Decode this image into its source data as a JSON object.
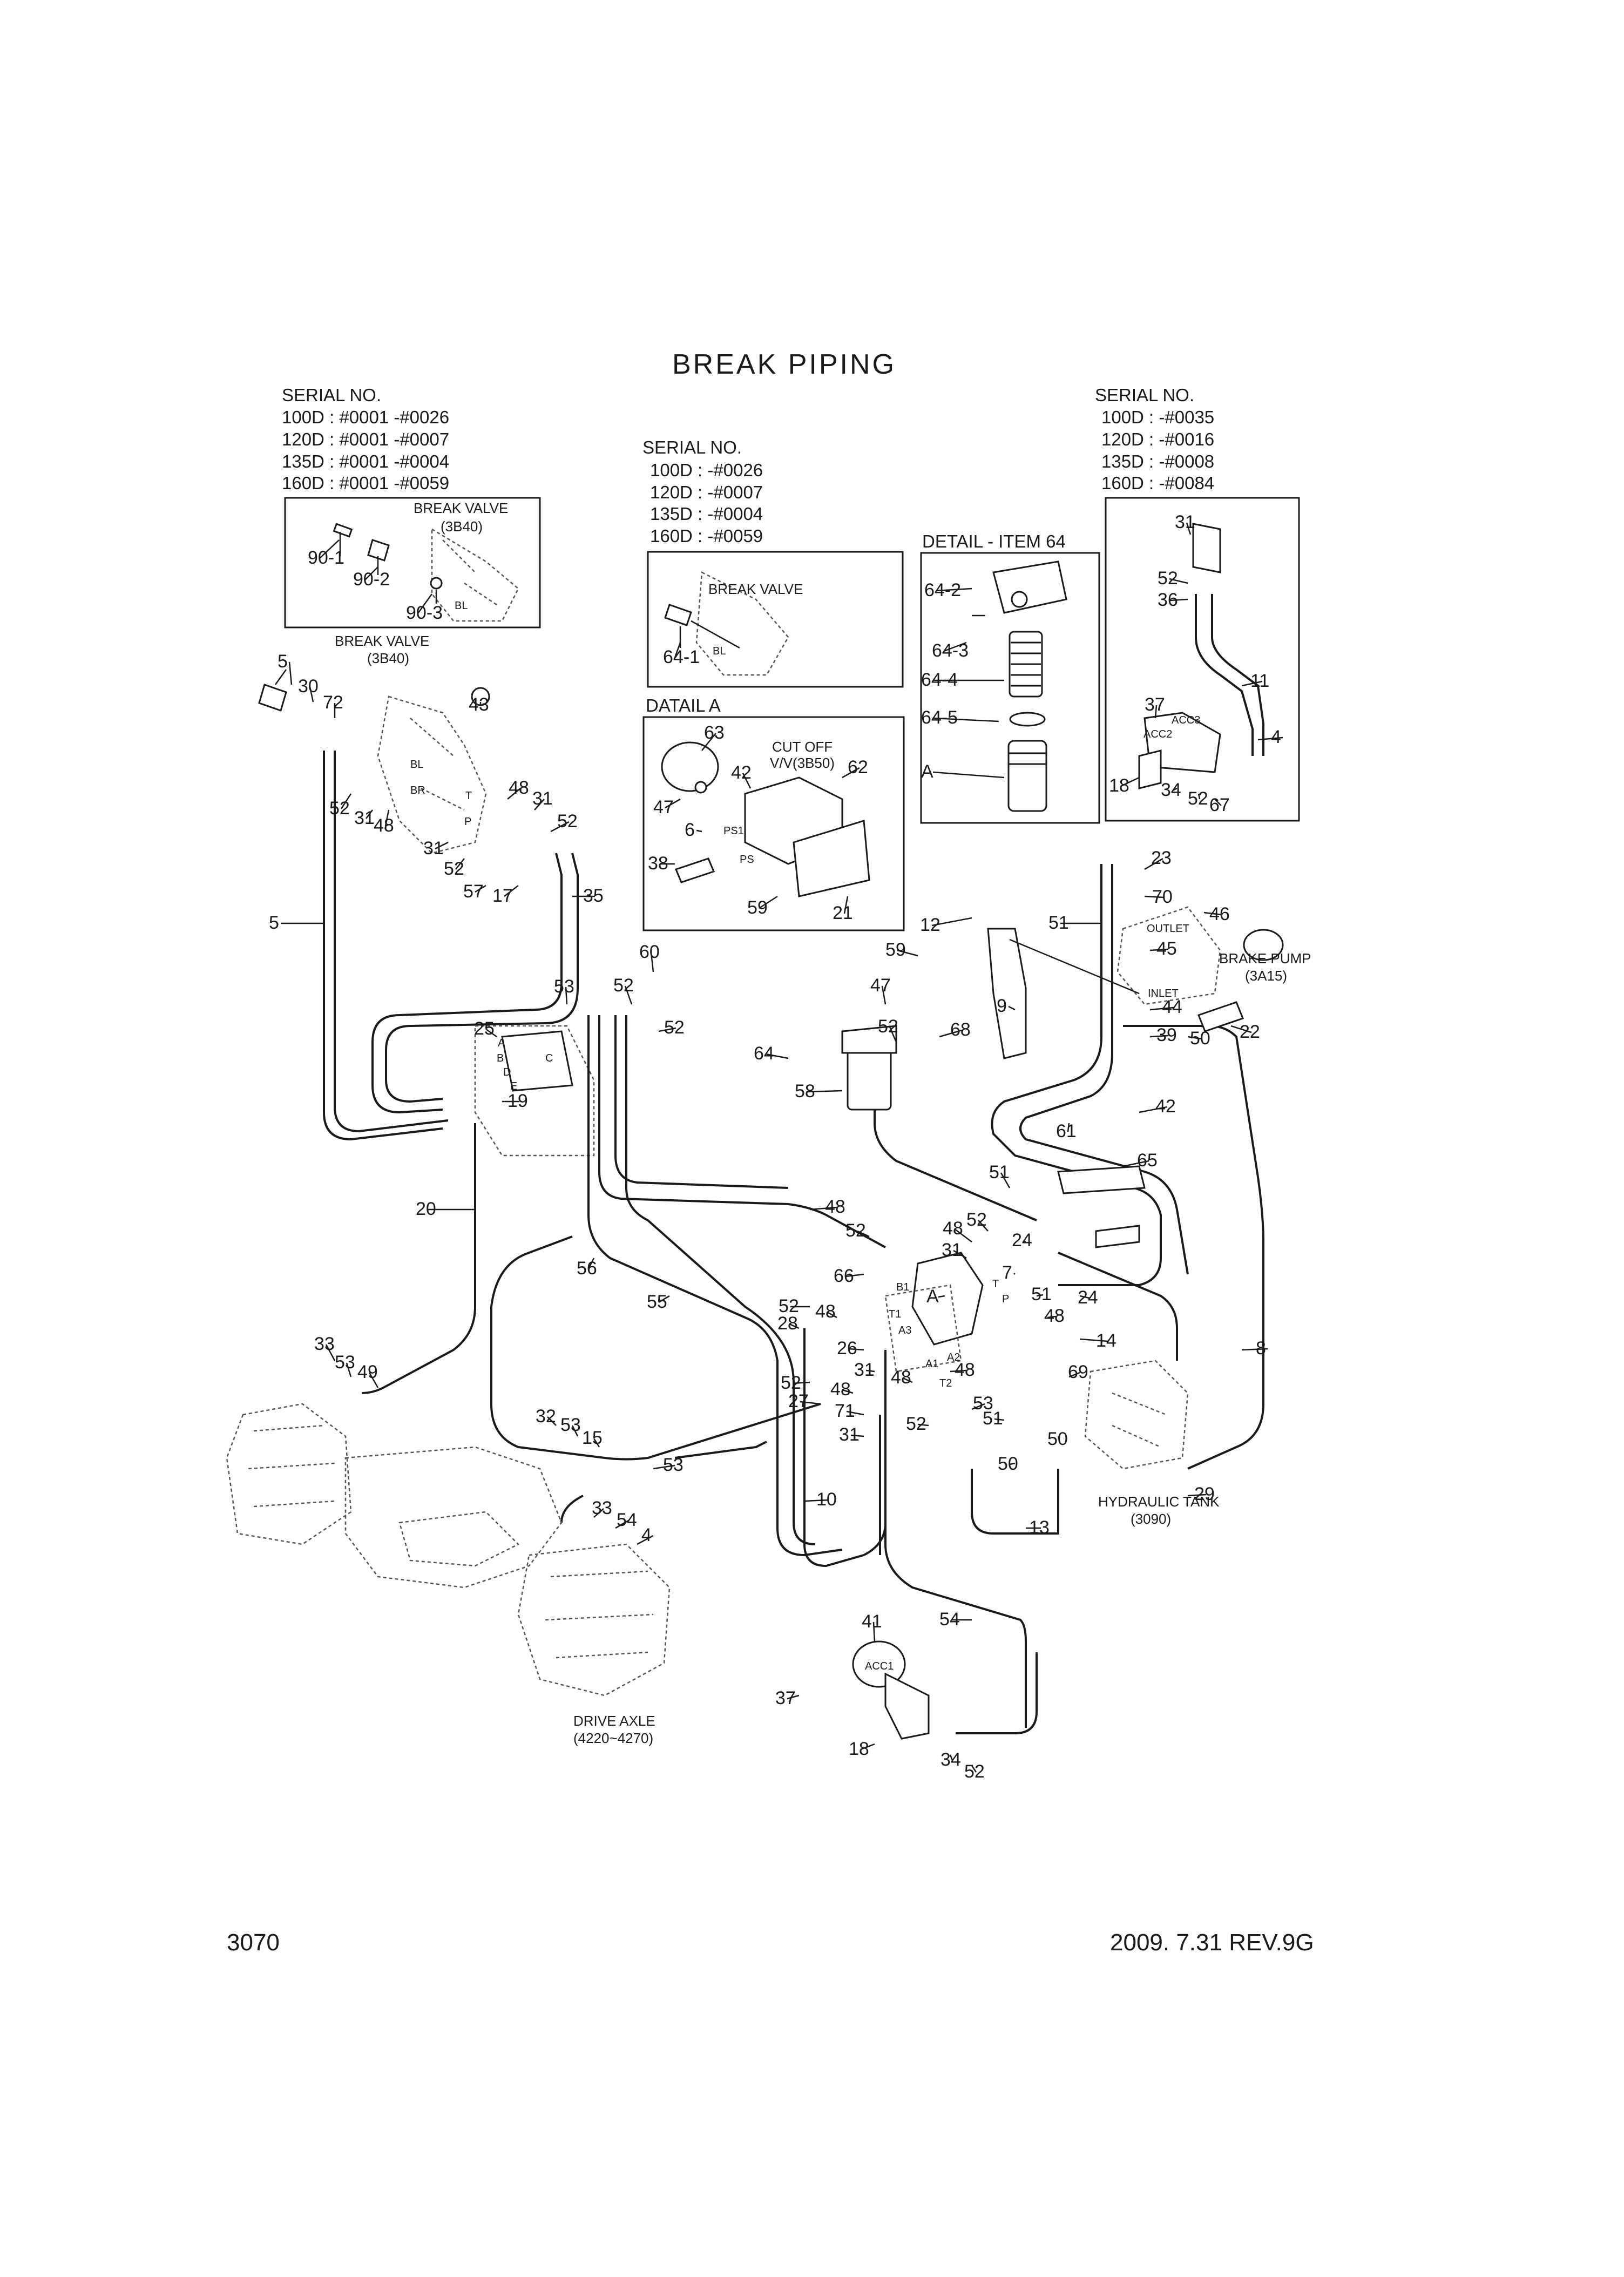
{
  "title": "BREAK PIPING",
  "page_number": "3070",
  "revision": "2009. 7.31  REV.9G",
  "serial_left": {
    "heading": "SERIAL NO.",
    "lines": [
      "100D : #0001 -#0026",
      "120D : #0001 -#0007",
      "135D : #0001 -#0004",
      "160D : #0001 -#0059"
    ]
  },
  "serial_mid": {
    "heading": "SERIAL NO.",
    "lines": [
      "100D : -#0026",
      "120D : -#0007",
      "135D : -#0004",
      "160D : -#0059"
    ]
  },
  "serial_right": {
    "heading": "SERIAL NO.",
    "lines": [
      "100D : -#0035",
      "120D : -#0016",
      "135D : -#0008",
      "160D : -#0084"
    ]
  },
  "boxes": {
    "detail_item64": "DETAIL - ITEM 64",
    "detail_a": "DATAIL A"
  },
  "components": {
    "break_valve_top": [
      "BREAK VALVE",
      "(3B40)"
    ],
    "break_valve_main": [
      "BREAK VALVE",
      "(3B40)"
    ],
    "break_valve_mid": "BREAK VALVE",
    "cut_off_valve": [
      "CUT OFF",
      "V/V(3B50)"
    ],
    "brake_pump": [
      "BRAKE PUMP",
      "(3A15)"
    ],
    "hydraulic_tank": [
      "HYDRAULIC TANK",
      "(3090)"
    ],
    "drive_axle": [
      "DRIVE AXLE",
      "(4220~4270)"
    ],
    "outlet": "OUTLET",
    "inlet": "INLET"
  },
  "port_labels": [
    "BL",
    "BL",
    "BR",
    "T",
    "P",
    "PS1",
    "PS",
    "A",
    "B",
    "C",
    "D",
    "E",
    "B1",
    "T1",
    "A3",
    "A1",
    "A2",
    "T2",
    "P",
    "T",
    "ACC1",
    "ACC2",
    "ACC3",
    "A"
  ],
  "callouts": [
    "90-1",
    "90-2",
    "90-3",
    "5",
    "30",
    "72",
    "43",
    "52",
    "31",
    "48",
    "48",
    "31",
    "52",
    "31",
    "52",
    "57",
    "17",
    "35",
    "5",
    "64-1",
    "64-2",
    "64-3",
    "64-4",
    "64-5",
    "A",
    "31",
    "52",
    "36",
    "11",
    "4",
    "37",
    "18",
    "34",
    "52",
    "67",
    "63",
    "42",
    "62",
    "47",
    "6",
    "38",
    "59",
    "21",
    "60",
    "52",
    "53",
    "52",
    "25",
    "19",
    "20",
    "56",
    "55",
    "48",
    "52",
    "66",
    "47",
    "52",
    "68",
    "64",
    "58",
    "12",
    "59",
    "9",
    "51",
    "23",
    "70",
    "46",
    "45",
    "44",
    "22",
    "39",
    "50",
    "42",
    "61",
    "65",
    "51",
    "52",
    "24",
    "48",
    "31",
    "7",
    "51",
    "24",
    "48",
    "14",
    "8",
    "A",
    "52",
    "28",
    "48",
    "26",
    "31",
    "48",
    "52",
    "71",
    "48",
    "48",
    "53",
    "27",
    "31",
    "52",
    "51",
    "69",
    "50",
    "50",
    "29",
    "13",
    "10",
    "54",
    "33",
    "53",
    "49",
    "32",
    "53",
    "15",
    "53",
    "33",
    "54",
    "4",
    "41",
    "37",
    "18",
    "34",
    "52"
  ]
}
